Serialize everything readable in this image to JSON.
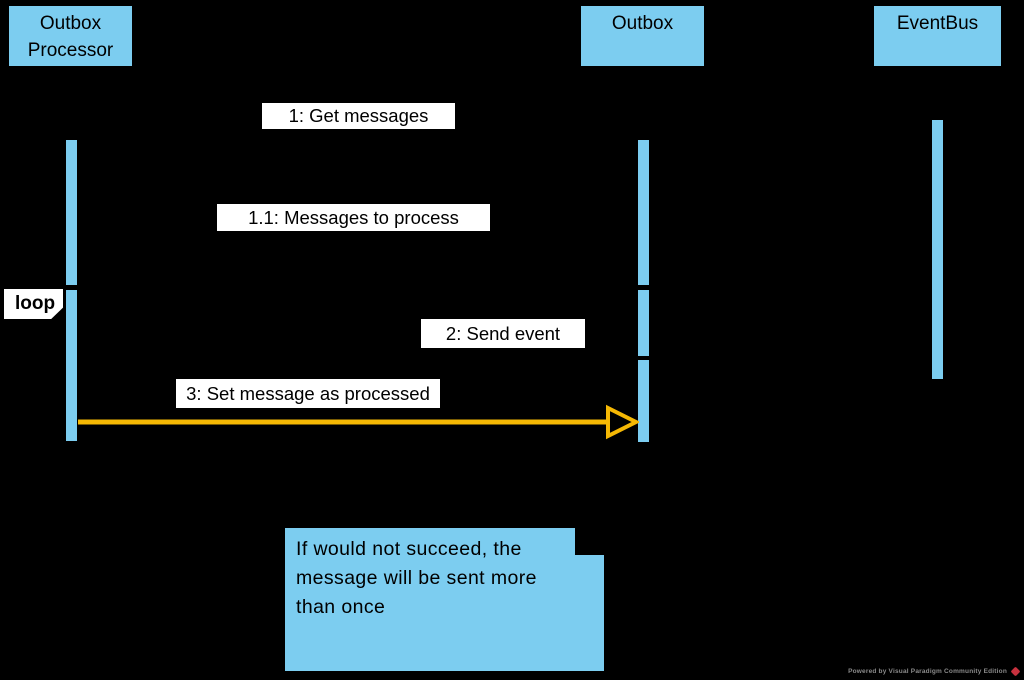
{
  "diagram": {
    "kind": "uml-sequence-diagram",
    "actors": [
      {
        "label": "Outbox Processor"
      },
      {
        "label": "Outbox"
      },
      {
        "label": "EventBus"
      }
    ],
    "messages": [
      {
        "label": "1: Get messages"
      },
      {
        "label": "1.1: Messages to process"
      },
      {
        "label": "2: Send event"
      },
      {
        "label": "3: Set message as processed",
        "arrow_color": "#F5B804"
      }
    ],
    "fragment": {
      "label": "loop"
    },
    "note": {
      "lines": [
        "If would not succeed, the",
        "message will be sent more",
        "than once"
      ]
    },
    "colors": {
      "background": "#000000",
      "actor_fill": "#7CCDF0",
      "activation_fill": "#7CCDF0",
      "note_fill": "#7CCDF0",
      "label_background": "#FFFFFF",
      "text": "#000000",
      "highlight_arrow": "#F5B804",
      "watermark_text": "#8B8B8B",
      "watermark_logo": "#C8313E"
    },
    "watermark": {
      "text": "Powered by Visual Paradigm Community Edition"
    }
  }
}
